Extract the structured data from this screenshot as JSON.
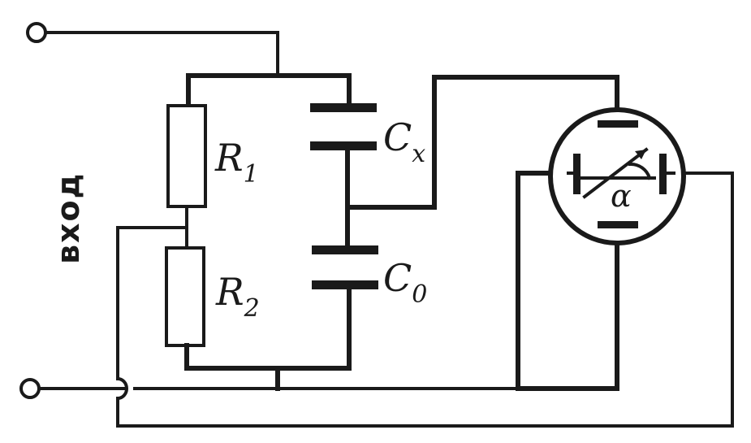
{
  "input_label": "вход",
  "components": {
    "r1": {
      "letter": "R",
      "sub": "1"
    },
    "r2": {
      "letter": "R",
      "sub": "2"
    },
    "cx": {
      "letter": "C",
      "sub": "x"
    },
    "c0": {
      "letter": "C",
      "sub": "0"
    },
    "indicator": {
      "symbol": "α"
    }
  }
}
